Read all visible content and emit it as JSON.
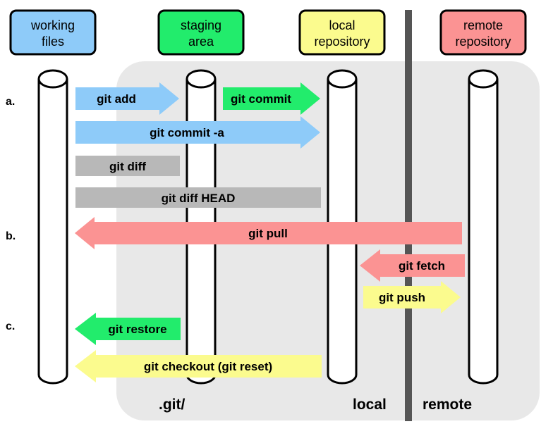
{
  "areas": [
    {
      "id": "working",
      "label_lines": [
        "working",
        "files"
      ],
      "fill": "#8ecbf9"
    },
    {
      "id": "staging",
      "label_lines": [
        "staging",
        "area"
      ],
      "fill": "#22ec6c"
    },
    {
      "id": "local",
      "label_lines": [
        "local",
        "repository"
      ],
      "fill": "#fbfb8e"
    },
    {
      "id": "remote",
      "label_lines": [
        "remote",
        "repository"
      ],
      "fill": "#fb9393"
    }
  ],
  "row_labels": {
    "a": "a.",
    "b": "b.",
    "c": "c."
  },
  "region_labels": {
    "git": ".git/",
    "local": "local",
    "remote": "remote"
  },
  "commands": {
    "add": "git add",
    "commit": "git commit",
    "commit_a": "git commit -a",
    "diff": "git diff",
    "diff_head": "git diff HEAD",
    "pull": "git pull",
    "fetch": "git fetch",
    "push": "git push",
    "restore": "git restore",
    "checkout": "git checkout (git reset)"
  },
  "colors": {
    "blue": "#8ecbf9",
    "green": "#22ec6c",
    "gray": "#b8b8b8",
    "red": "#fb9393",
    "yellow": "#fbfb8e",
    "region": "#e8e8e8",
    "divider": "#555555"
  }
}
